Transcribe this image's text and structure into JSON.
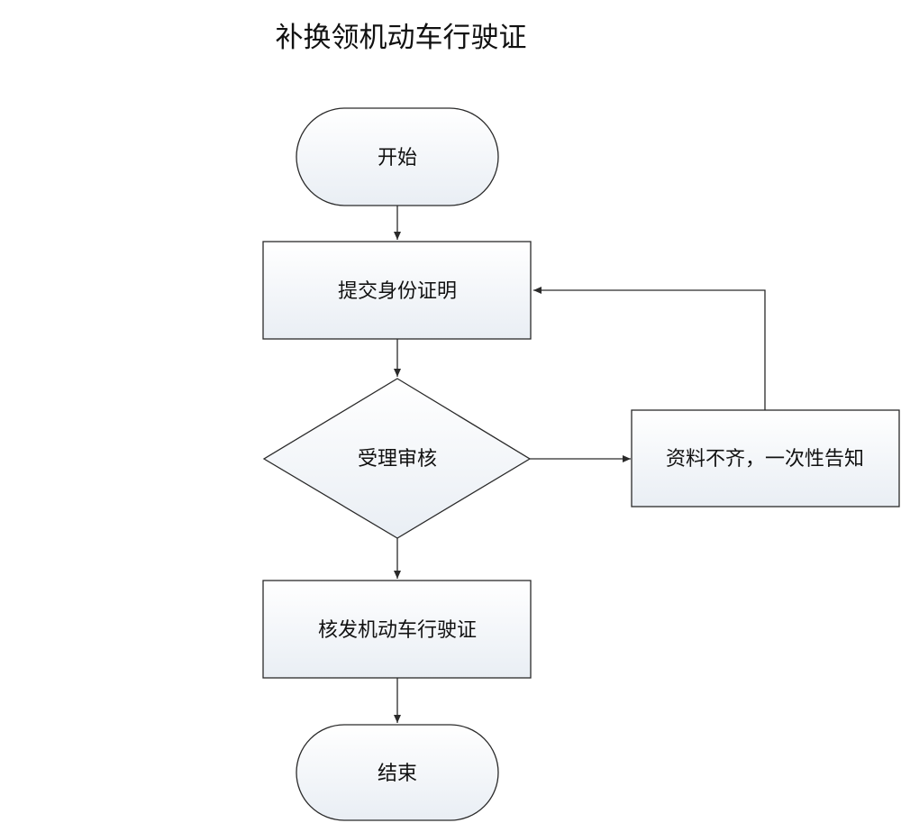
{
  "title": "补换领机动车行驶证",
  "colors": {
    "stroke": "#2a2a2a",
    "fill_top": "#ffffff",
    "fill_bottom": "#e9eef4",
    "text": "#111111",
    "background": "#ffffff"
  },
  "nodes": {
    "start": {
      "label": "开始",
      "shape": "terminator"
    },
    "submit": {
      "label": "提交身份证明",
      "shape": "process"
    },
    "review": {
      "label": "受理审核",
      "shape": "decision"
    },
    "incomplete": {
      "label": "资料不齐，一次性告知",
      "shape": "process"
    },
    "issue": {
      "label": "核发机动车行驶证",
      "shape": "process"
    },
    "end": {
      "label": "结束",
      "shape": "terminator"
    }
  },
  "edges": [
    {
      "from": "start",
      "to": "submit"
    },
    {
      "from": "submit",
      "to": "review"
    },
    {
      "from": "review",
      "to": "incomplete"
    },
    {
      "from": "incomplete",
      "to": "submit"
    },
    {
      "from": "review",
      "to": "issue"
    },
    {
      "from": "issue",
      "to": "end"
    }
  ]
}
